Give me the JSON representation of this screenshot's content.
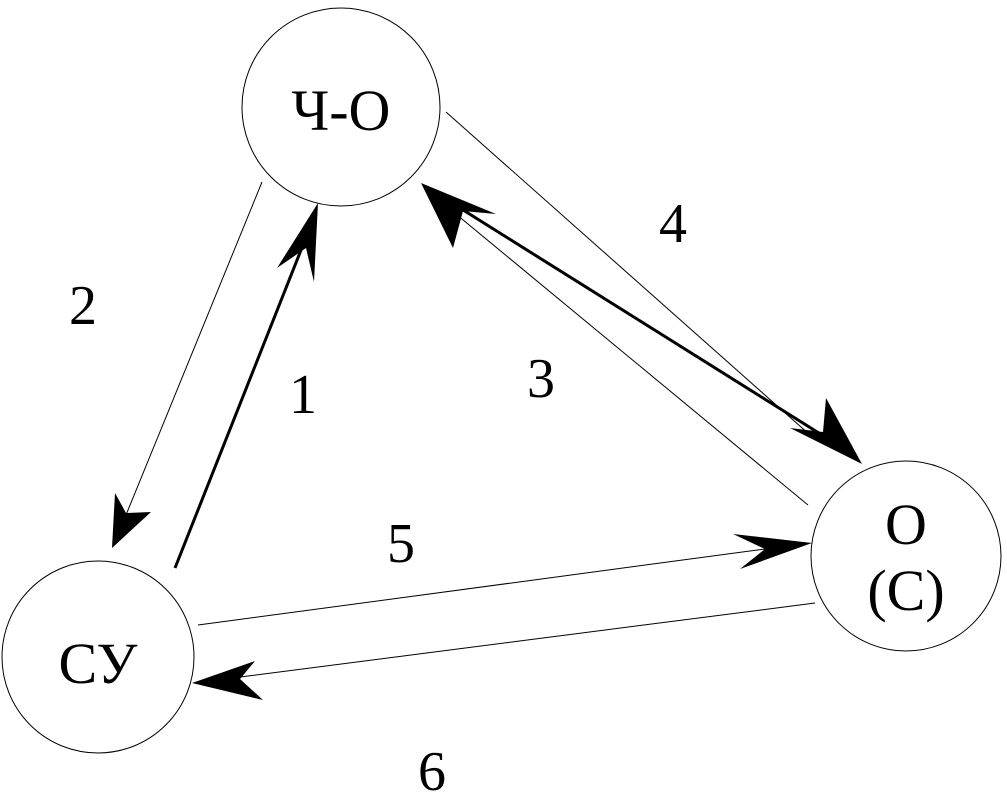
{
  "nodes": {
    "cho": {
      "label": "Ч-О"
    },
    "o": {
      "label_line1": "О",
      "label_line2": "(С)"
    },
    "su": {
      "label": "СУ"
    }
  },
  "edges": {
    "e1": {
      "label": "1"
    },
    "e2": {
      "label": "2"
    },
    "e3": {
      "label": "3"
    },
    "e4": {
      "label": "4"
    },
    "e5": {
      "label": "5"
    },
    "e6": {
      "label": "6"
    }
  }
}
